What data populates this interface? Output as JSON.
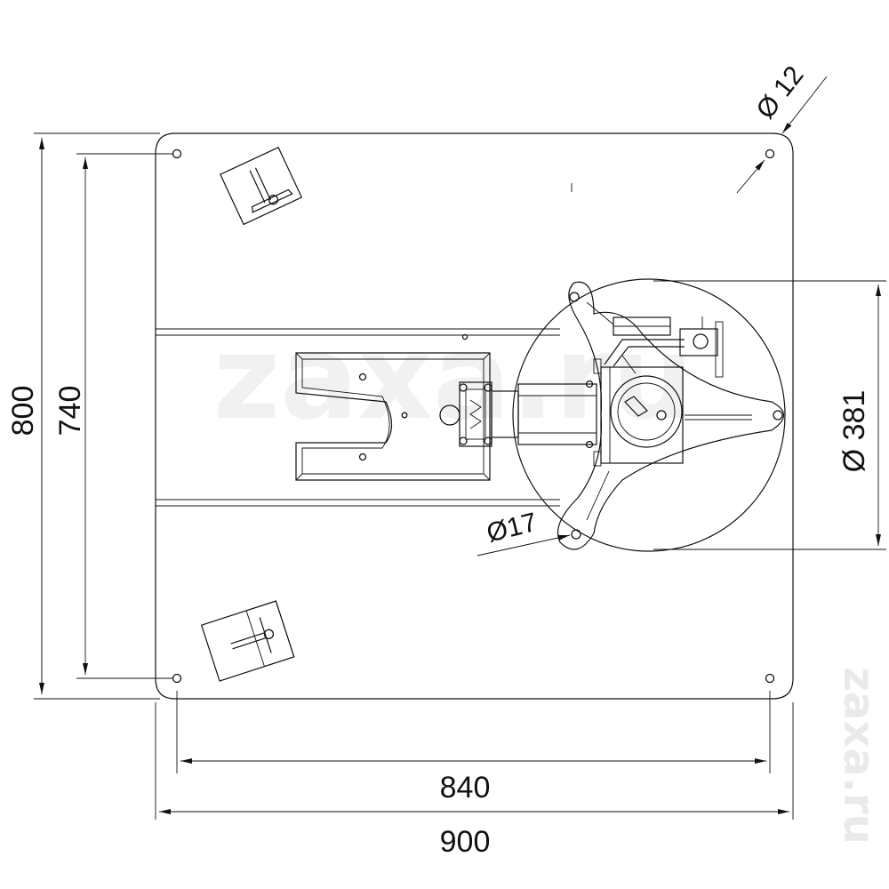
{
  "dimensions": {
    "overall_height": "800",
    "hole_height": "740",
    "overall_width": "900",
    "hole_width": "840",
    "corner_hole_diameter": "Ø 12",
    "mount_hole_diameter": "Ø17",
    "ring_diameter": "Ø 381"
  },
  "watermark": {
    "center": "zaxa.ru",
    "side": "zaxa.ru"
  }
}
